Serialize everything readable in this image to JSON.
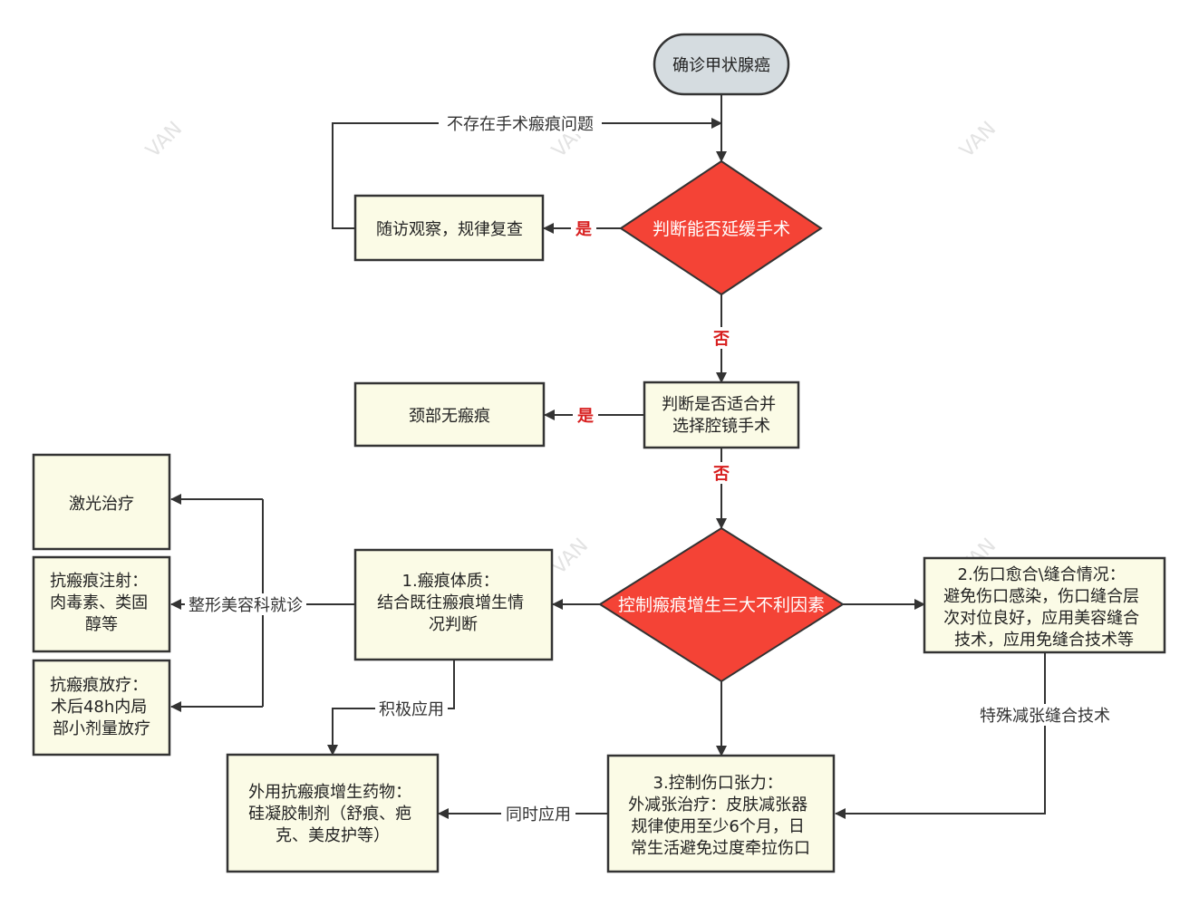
{
  "nodes": {
    "start": {
      "lines": [
        "确诊甲状腺癌"
      ]
    },
    "decision1": {
      "lines": [
        "判断能否延缓手术"
      ]
    },
    "followup": {
      "lines": [
        "随访观察，规律复查"
      ]
    },
    "laparoscopy": {
      "lines": [
        "判断是否适合并",
        "选择腔镜手术"
      ]
    },
    "no_scar": {
      "lines": [
        "颈部无瘢痕"
      ]
    },
    "three_factors": {
      "lines": [
        "控制瘢痕增生三大不利因素"
      ]
    },
    "constitution": {
      "lines": [
        "1.瘢痕体质：",
        "结合既往瘢痕增生情",
        "况判断"
      ]
    },
    "wound_healing": {
      "lines": [
        "2.伤口愈合\\缝合情况：",
        "避免伤口感染，伤口缝合层",
        "次对位良好，应用美容缝合",
        "技术，应用免缝合技术等"
      ]
    },
    "tension": {
      "lines": [
        "3.控制伤口张力：",
        "外减张治疗：皮肤减张器",
        "规律使用至少6个月，日",
        "常生活避免过度牵拉伤口"
      ]
    },
    "laser": {
      "lines": [
        "激光治疗"
      ]
    },
    "injection": {
      "lines": [
        "抗瘢痕注射：",
        "肉毒素、类固",
        "醇等"
      ]
    },
    "radiotherapy": {
      "lines": [
        "抗瘢痕放疗：",
        "术后48h内局",
        "部小剂量放疗"
      ]
    },
    "topical": {
      "lines": [
        "外用抗瘢痕增生药物：",
        "硅凝胶制剂（舒痕、疤",
        "克、美皮护等）"
      ]
    }
  },
  "edges": {
    "no_scar_issue": "不存在手术瘢痕问题",
    "yes1": "是",
    "no1": "否",
    "yes2": "是",
    "no2": "否",
    "plastic_surgery": "整形美容科就诊",
    "active_use": "积极应用",
    "simultaneous_use": "同时应用",
    "special_tension": "特殊减张缝合技术"
  },
  "watermark": "VAN",
  "colors": {
    "start_fill": "#d5dce0",
    "box_fill": "#fbfbe6",
    "diamond_fill": "#f44336",
    "stroke": "#333333",
    "red_label": "#d81e1e"
  }
}
